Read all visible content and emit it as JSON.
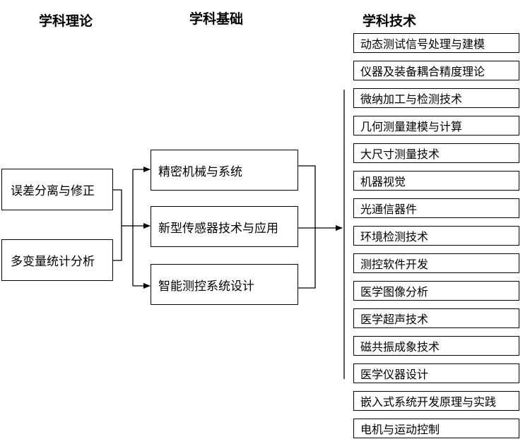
{
  "headers": {
    "theory": "学科理论",
    "foundation": "学科基础",
    "technology": "学科技术"
  },
  "theory_items": [
    "误差分离与修正",
    "多变量统计分析"
  ],
  "foundation_items": [
    "精密机械与系统",
    "新型传感器技术与应用",
    "智能测控系统设计"
  ],
  "technology_items": [
    "动态测试信号处理与建模",
    "仪器及装备耦合精度理论",
    "微纳加工与检测技术",
    "几何测量建模与计算",
    "大尺寸测量技术",
    "机器视觉",
    "光通信器件",
    "环境检测技术",
    "测控软件开发",
    "医学图像分析",
    "医学超声技术",
    "磁共振成象技术",
    "医学仪器设计",
    "嵌入式系统开发原理与实践",
    "电机与运动控制"
  ]
}
